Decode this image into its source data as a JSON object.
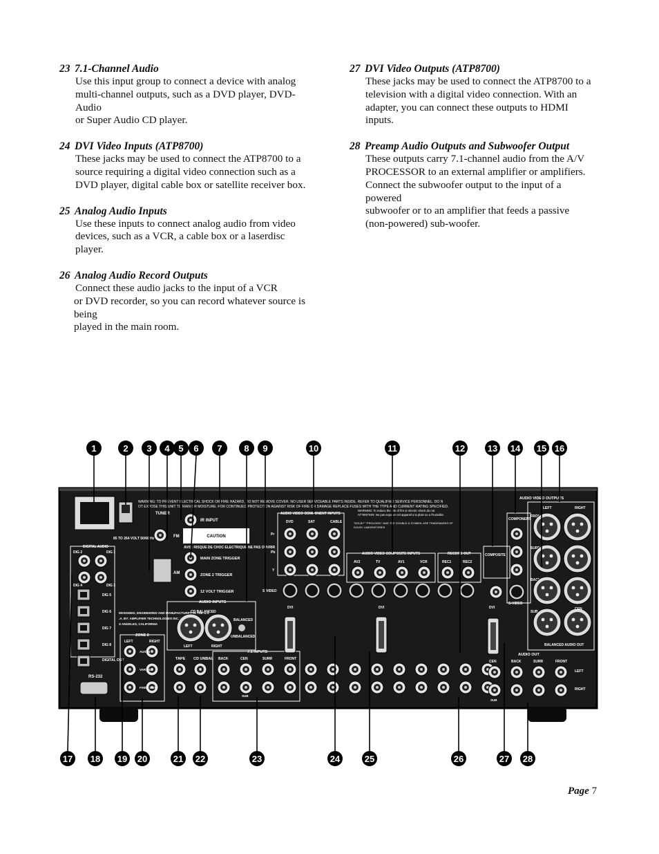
{
  "left_column": [
    {
      "number": "23",
      "title": "7.1-Channel Audio",
      "lines": [
        "Use this input group to connect a device with analog",
        "multi-channel outputs, such as a DVD player, DVD-Audio",
        "or Super Audio CD player."
      ]
    },
    {
      "number": "24",
      "title": "DVI Video Inputs (ATP8700)",
      "lines": [
        "These jacks may be used to connect the ATP8700 to a",
        "source requiring a digital video connection such as a",
        "DVD player, digital cable box or satellite receiver box."
      ]
    },
    {
      "number": "25",
      "title": "Analog Audio Inputs",
      "lines": [
        "Use these inputs to connect analog audio from video",
        "devices, such as a VCR, a cable box or a laserdisc player."
      ]
    },
    {
      "number": "26",
      "title": "Analog Audio Record Outputs",
      "lines": [
        "Connect these audio jacks to the input of a VCR",
        "or DVD recorder, so you can record whatever source is being",
        "played in the main room."
      ]
    }
  ],
  "right_column": [
    {
      "number": "27",
      "title": "DVI Video Outputs (ATP8700)",
      "lines": [
        "These jacks may be used to connect the ATP8700 to a",
        "television with a digital video connection. With an",
        "adapter, you can connect these outputs to HDMI inputs."
      ]
    },
    {
      "number": "28",
      "title": "Preamp Audio Outputs and Subwoofer Output",
      "lines": [
        "These outputs carry 7.1-channel audio from the A/V",
        "PROCESSOR to an external amplifier or amplifiers.",
        "Connect the subwoofer output to the input of a powered",
        "subwoofer or to an amplifier that feeds a passive",
        "(non-powered) sub-woofer."
      ]
    }
  ],
  "callouts_top": [
    "1",
    "2",
    "3",
    "4",
    "5",
    "6",
    "7",
    "8",
    "9",
    "10",
    "11",
    "12",
    "13",
    "14",
    "15",
    "16"
  ],
  "callouts_bottom": [
    "17",
    "18",
    "19",
    "20",
    "21",
    "22",
    "23",
    "24",
    "25",
    "26",
    "27",
    "28"
  ],
  "panel": {
    "warning": "WARNING: TO PREVENT ELECTRICAL SHOCK OR FIRE HAZARD, DO NOT REMOVE COVER. NO USER SERVICEABLE PARTS INSIDE. REFER TO QUALIFIED SERVICE PERSONNEL. DO NOT EXPOSE THIS UNIT TO RAIN OR MOISTURE. FOR CONTINUED PROTECTION AGAINST RISK OF FIRE OR DAMAGE REPLACE FUSES WITH THE TYPE AND CURRENT RATING SPECIFIED.",
    "caution": "CAUTION",
    "avis": "AVIS: RISQUE DE CHOC ELECTRIQUE NE PAS OUVRIR",
    "tuner": "TUNER",
    "fm": "FM",
    "am": "AM",
    "power_spec": "85 TO 264 VOLT 50/60 Hz",
    "ir_input": "IR INPUT",
    "main_zone_trigger": "MAIN ZONE TRIGGER",
    "zone2_trigger": "ZONE 2 TRIGGER",
    "volt12_trigger": "12 VOLT TRIGGER",
    "digital_audio": "DIGITAL AUDIO",
    "dig_labels": [
      "DIG 2",
      "DIG 1",
      "DIG 4",
      "DIG 3",
      "DIG 5",
      "DIG 6",
      "DIG 7",
      "DIG 8"
    ],
    "digital_out": "DIGITAL OUT",
    "rs232": "RS-232",
    "designed_by": "DESIGNED, ENGINEERED AND MANUFACTURED IN THE U.S.A. BY: AMPLIFIER TECHNOLOGIES INC. LOS ANGELES, CALIFORNIA",
    "zone2": "ZONE 2",
    "zone2_labels": [
      "LEFT",
      "RIGHT",
      "AUX IN",
      "VAR OUT",
      "FIXED OUT"
    ],
    "audio_inputs": "AUDIO INPUTS",
    "cd_balanced": "CD BALANCED",
    "balanced": "BALANCED",
    "unbalanced": "UNBALANCED",
    "left": "LEFT",
    "right": "RIGHT",
    "tape": "TAPE",
    "cd_unbal": "CD UNBAL",
    "seven_one_inputs": "7.1 INPUTS",
    "seven_one_labels": [
      "BACK",
      "CEN",
      "SURR",
      "FRONT"
    ],
    "sub": "SUB",
    "component_inputs": "AUDIO VIDEO COMPONENT INPUTS",
    "component_sources": [
      "DVD",
      "SAT",
      "CABLE"
    ],
    "pr": "Pr",
    "pb": "Pb",
    "y": "Y",
    "svideo": "S-VIDEO",
    "composite_inputs": "AUDIO VIDEO COMPOSITE INPUTS",
    "composite_sources": [
      "AV2",
      "TV",
      "AV1",
      "VCR"
    ],
    "record_out": "RECORD OUT",
    "record_sources": [
      "REC1",
      "REC2"
    ],
    "dvi": "DVI",
    "dolby_warning": "WARNING: To reduce the risk of fire or electric shock do not expose to rain or moisture.",
    "attention": "ATTENTION: Ne pas exposer cet appareil a la pluie ou a l'humidite.",
    "dolby_text": "\"DOLBY\" \"PROLOGIC\" AND THE DOUBLE-D SYMBOL ARE TRADEMARKS OF DOLBY LABORATORIES",
    "composite_video": "COMPOSITE VIDEO",
    "component_video": "COMPONENT VIDEO",
    "audio_video_outputs": "AUDIO VIDEO OUTPUTS",
    "front": "FRONT",
    "surr": "SURR",
    "back": "BACK",
    "cen": "CEN",
    "balanced_audio_out": "BALANCED AUDIO OUT",
    "audio_out": "AUDIO OUT",
    "audio_out_labels": [
      "CEN",
      "BACK",
      "SURR",
      "FRONT"
    ]
  },
  "page": {
    "label": "Page",
    "number": "7"
  }
}
